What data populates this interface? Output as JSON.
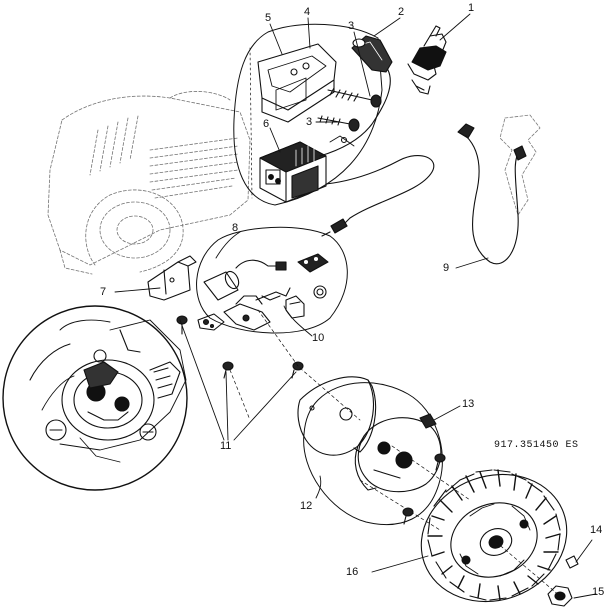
{
  "diagram": {
    "model_code": "917.351450  ES",
    "callouts": [
      {
        "id": "c1",
        "label": "1"
      },
      {
        "id": "c2",
        "label": "2"
      },
      {
        "id": "c3a",
        "label": "3"
      },
      {
        "id": "c3b",
        "label": "3"
      },
      {
        "id": "c4",
        "label": "4"
      },
      {
        "id": "c5",
        "label": "5"
      },
      {
        "id": "c6",
        "label": "6"
      },
      {
        "id": "c7",
        "label": "7"
      },
      {
        "id": "c8",
        "label": "8"
      },
      {
        "id": "c9",
        "label": "9"
      },
      {
        "id": "c10",
        "label": "10"
      },
      {
        "id": "c11",
        "label": "11"
      },
      {
        "id": "c12",
        "label": "12"
      },
      {
        "id": "c13",
        "label": "13"
      },
      {
        "id": "c14",
        "label": "14"
      },
      {
        "id": "c15",
        "label": "15"
      },
      {
        "id": "c16",
        "label": "16"
      }
    ]
  }
}
